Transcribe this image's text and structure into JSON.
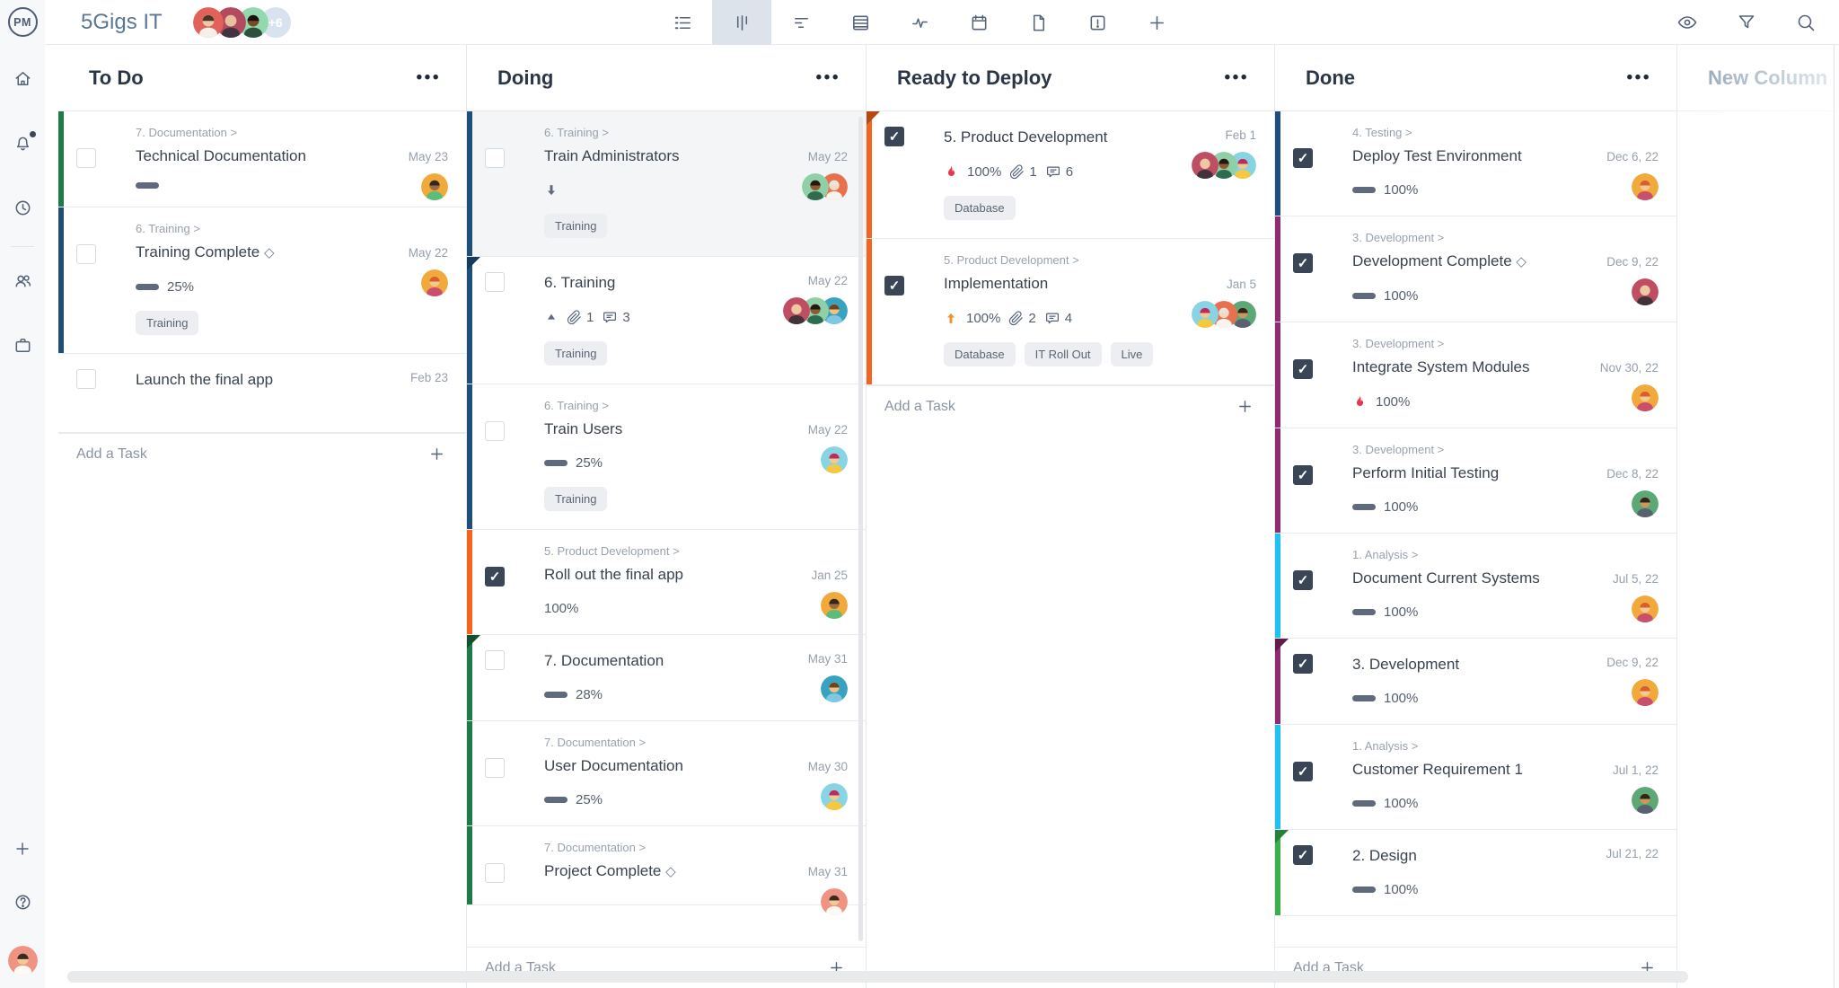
{
  "app": {
    "logo_text": "PM",
    "title": "5Gigs IT",
    "members": [
      {
        "avatar": "headerWoman"
      },
      {
        "avatar": "headerBald"
      },
      {
        "avatar": "headerMan"
      }
    ],
    "overflow_label": "+6"
  },
  "toolbar": {
    "views": [
      {
        "name": "list-view-icon",
        "active": false
      },
      {
        "name": "board-view-icon",
        "active": true
      },
      {
        "name": "gantt-view-icon",
        "active": false
      },
      {
        "name": "sheet-view-icon",
        "active": false
      },
      {
        "name": "activity-view-icon",
        "active": false
      },
      {
        "name": "calendar-view-icon",
        "active": false
      },
      {
        "name": "document-view-icon",
        "active": false
      },
      {
        "name": "status-view-icon",
        "active": false
      },
      {
        "name": "add-view-icon",
        "active": false
      }
    ],
    "right_icons": [
      {
        "name": "visibility-icon"
      },
      {
        "name": "filter-icon"
      },
      {
        "name": "search-icon"
      }
    ]
  },
  "sidebar": {
    "top_icons": [
      {
        "name": "home-icon",
        "badge": false
      },
      {
        "name": "notifications-icon",
        "badge": true
      },
      {
        "name": "recent-icon",
        "badge": false
      }
    ],
    "group_icons": [
      {
        "name": "team-icon"
      },
      {
        "name": "portfolio-icon"
      }
    ],
    "bottom_icons": [
      {
        "name": "add-icon"
      },
      {
        "name": "help-icon"
      }
    ],
    "user_avatar": "salmonGirl"
  },
  "board": {
    "milestone_glyph": "◇",
    "column_menu_glyph": "•••",
    "columns": [
      {
        "title": "To Do",
        "add_task_label": "Add a Task",
        "footer_pinned": false,
        "scrollbar": false,
        "cards": [
          {
            "bar": "green",
            "breadcrumb": "7. Documentation >",
            "title": "Technical Documentation",
            "date": "May 23",
            "checked": false,
            "progress_bar": true,
            "progress_label": "",
            "tags": [],
            "avatars": [
              "kidYellow"
            ]
          },
          {
            "bar": "navy",
            "breadcrumb": "6. Training >",
            "title": "Training Complete",
            "milestone": true,
            "date": "May 22",
            "checked": false,
            "progress_bar": true,
            "progress_label": "25%",
            "tags": [
              "Training"
            ],
            "avatars": [
              "girlOrange"
            ]
          },
          {
            "title": "Launch the final app",
            "date": "Feb 23",
            "checked": false,
            "tags": [],
            "avatars": []
          }
        ]
      },
      {
        "title": "Doing",
        "add_task_label": "Add a Task",
        "footer_pinned": true,
        "scrollbar": true,
        "cards": [
          {
            "hover": true,
            "bar": "navy",
            "breadcrumb": "6. Training >",
            "title": "Train Administrators",
            "date": "May 22",
            "checked": false,
            "priority": "arrow-down",
            "tags": [
              "Training"
            ],
            "avatars": [
              "manGreen",
              "personOrange"
            ]
          },
          {
            "bar": "navy",
            "fold": true,
            "title": "6. Training",
            "date": "May 22",
            "checked": false,
            "priority": "triangle-up",
            "attachments": "1",
            "comments": "3",
            "tags": [
              "Training"
            ],
            "avatars": [
              "baldRed",
              "manGreen",
              "kidTeal"
            ]
          },
          {
            "bar": "navy",
            "breadcrumb": "6. Training >",
            "title": "Train Users",
            "date": "May 22",
            "checked": false,
            "progress_bar": true,
            "progress_label": "25%",
            "tags": [
              "Training"
            ],
            "avatars": [
              "pinkTeal"
            ]
          },
          {
            "bar": "orange",
            "breadcrumb": "5. Product Development >",
            "title": "Roll out the final app",
            "date": "Jan 25",
            "checked": true,
            "progress_label": "100%",
            "tags": [],
            "avatars": [
              "kidYellow"
            ]
          },
          {
            "bar": "green",
            "fold": true,
            "title": "7. Documentation",
            "date": "May 31",
            "checked": false,
            "progress_bar": true,
            "progress_label": "28%",
            "tags": [],
            "avatars": [
              "kidTeal"
            ]
          },
          {
            "bar": "green",
            "breadcrumb": "7. Documentation >",
            "title": "User Documentation",
            "date": "May 30",
            "checked": false,
            "progress_bar": true,
            "progress_label": "25%",
            "tags": [],
            "avatars": [
              "pinkTeal"
            ]
          },
          {
            "bar": "green",
            "breadcrumb": "7. Documentation >",
            "title": "Project Complete",
            "milestone": true,
            "date": "May 31",
            "checked": false,
            "tags": [],
            "avatars": [
              "salmonGirl"
            ]
          }
        ]
      },
      {
        "title": "Ready to Deploy",
        "add_task_label": "Add a Task",
        "footer_pinned": false,
        "scrollbar": false,
        "cards": [
          {
            "bar": "orange",
            "fold": true,
            "title": "5. Product Development",
            "date": "Feb 1",
            "checked": true,
            "priority": "flame",
            "progress_label": "100%",
            "attachments": "1",
            "comments": "6",
            "tags": [
              "Database"
            ],
            "avatars": [
              "baldRed",
              "manGreen",
              "pinkTeal"
            ]
          },
          {
            "bar": "orange",
            "breadcrumb": "5. Product Development >",
            "title": "Implementation",
            "date": "Jan 5",
            "checked": true,
            "priority": "arrow-up",
            "progress_label": "100%",
            "attachments": "2",
            "comments": "4",
            "tags": [
              "Database",
              "IT Roll Out",
              "Live"
            ],
            "avatars": [
              "pinkTeal",
              "personOrange",
              "womanGreen"
            ]
          }
        ]
      },
      {
        "title": "Done",
        "add_task_label": "Add a Task",
        "footer_pinned": true,
        "scrollbar": false,
        "cards": [
          {
            "bar": "navy",
            "breadcrumb": "4. Testing >",
            "title": "Deploy Test Environment",
            "date": "Dec 6, 22",
            "checked": true,
            "progress_bar": true,
            "progress_label": "100%",
            "tags": [],
            "avatars": [
              "girlOrange"
            ]
          },
          {
            "bar": "purple",
            "breadcrumb": "3. Development >",
            "title": "Development Complete",
            "milestone": true,
            "date": "Dec 9, 22",
            "checked": true,
            "progress_bar": true,
            "progress_label": "100%",
            "tags": [],
            "avatars": [
              "baldRed"
            ]
          },
          {
            "bar": "purple",
            "breadcrumb": "3. Development >",
            "title": "Integrate System Modules",
            "date": "Nov 30, 22",
            "checked": true,
            "priority": "flame",
            "progress_label": "100%",
            "tags": [],
            "avatars": [
              "girlOrange"
            ]
          },
          {
            "bar": "purple",
            "breadcrumb": "3. Development >",
            "title": "Perform Initial Testing",
            "date": "Dec 8, 22",
            "checked": true,
            "progress_bar": true,
            "progress_label": "100%",
            "tags": [],
            "avatars": [
              "womanGreen"
            ]
          },
          {
            "bar": "cyan",
            "breadcrumb": "1. Analysis >",
            "title": "Document Current Systems",
            "date": "Jul 5, 22",
            "checked": true,
            "progress_bar": true,
            "progress_label": "100%",
            "tags": [],
            "avatars": [
              "girlOrange"
            ]
          },
          {
            "bar": "purple",
            "fold": true,
            "title": "3. Development",
            "date": "Dec 9, 22",
            "checked": true,
            "progress_bar": true,
            "progress_label": "100%",
            "tags": [],
            "avatars": [
              "girlOrange"
            ]
          },
          {
            "bar": "cyan",
            "breadcrumb": "1. Analysis >",
            "title": "Customer Requirement 1",
            "date": "Jul 1, 22",
            "checked": true,
            "progress_bar": true,
            "progress_label": "100%",
            "tags": [],
            "avatars": [
              "womanGreen"
            ]
          },
          {
            "bar": "brightGreen",
            "fold": true,
            "title": "2. Design",
            "date": "Jul 21, 22",
            "checked": true,
            "progress_bar": true,
            "progress_label": "100%",
            "tags": [],
            "avatars": []
          }
        ]
      },
      {
        "title": "New Column",
        "ghost": true,
        "cards": []
      }
    ]
  },
  "colors": {
    "bars": {
      "navy": {
        "bar": "#1f4e79",
        "fold": "#143a5e"
      },
      "green": {
        "bar": "#1e7a46",
        "fold": "#13512e"
      },
      "orange": {
        "bar": "#f4641e",
        "fold": "#b5490f"
      },
      "purple": {
        "bar": "#8e2a72",
        "fold": "#5f1c4c"
      },
      "cyan": {
        "bar": "#1fc2ee",
        "fold": "#0f93b8"
      },
      "brightGreen": {
        "bar": "#3cae4c",
        "fold": "#27803a"
      }
    },
    "flame_red": "#e8374a",
    "arrow_orange": "#f0932b",
    "priority_slate": "#5f6b7d"
  },
  "avatar_presets": {
    "kidYellow": {
      "bg": "#f2a93b",
      "skin": "#9c6b3f",
      "hair": "#33281e",
      "shirt": "#5bbd7a"
    },
    "girlOrange": {
      "bg": "#f2a93b",
      "skin": "#f2c98f",
      "hair": "#d85f2b",
      "shirt": "#c94f6d"
    },
    "manGreen": {
      "bg": "#8fd0a9",
      "skin": "#8d5a33",
      "hair": "#1f1a14",
      "shirt": "#2e6b4f"
    },
    "personOrange": {
      "bg": "#e8704c",
      "skin": "#f5d9c2",
      "hair": "#e9e5dc",
      "shirt": "#f7f4ef"
    },
    "baldRed": {
      "bg": "#bf4e63",
      "skin": "#ecc9a3",
      "hair": "",
      "shirt": "#42333b"
    },
    "kidTeal": {
      "bg": "#37a3c0",
      "skin": "#f0c27d",
      "hair": "#6b4423",
      "shirt": "#7fc8e0"
    },
    "pinkTeal": {
      "bg": "#86d4e4",
      "skin": "#f2c98f",
      "hair": "#bb2a63",
      "shirt": "#f5c842"
    },
    "womanGreen": {
      "bg": "#5da877",
      "skin": "#c9995c",
      "hair": "#33241a",
      "shirt": "#5a6270"
    },
    "salmonGirl": {
      "bg": "#f09383",
      "skin": "#f2c98f",
      "hair": "#3a2a22",
      "shirt": "#fdfaf6"
    },
    "headerWoman": {
      "bg": "#e0625a",
      "skin": "#f0c9a0",
      "hair": "#4a3428",
      "shirt": "#f3efe9"
    },
    "headerBald": {
      "bg": "#b34a60",
      "skin": "#e8c0a0",
      "hair": "",
      "shirt": "#3f3440"
    },
    "headerMan": {
      "bg": "#93d9b0",
      "skin": "#7a4a28",
      "hair": "#17120e",
      "shirt": "#2f4f3f"
    }
  }
}
